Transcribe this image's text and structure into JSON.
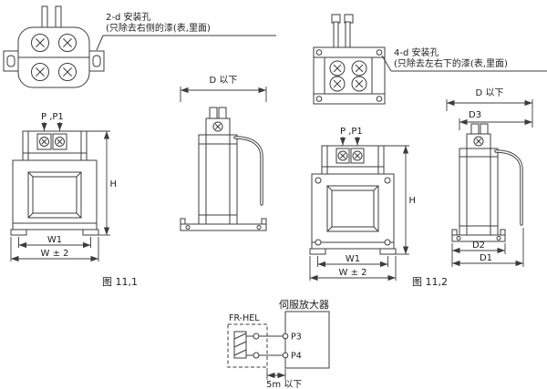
{
  "figure1": {
    "caption": "图 11,1",
    "note_line1": "2-d 安装孔",
    "note_line2": "(只除去右侧的漆(表,里面)",
    "dims": {
      "pp1": "P ,P1",
      "h": "H",
      "w1": "W1",
      "w": "W ± 2",
      "d": "D 以下"
    }
  },
  "figure2": {
    "caption": "图 11,2",
    "note_line1": "4-d 安装孔",
    "note_line2": "(只除去左右下的漆(表,里面)",
    "dims": {
      "pp1": "P ,P1",
      "h": "H",
      "w1": "W1",
      "w": "W ± 2",
      "d": "D 以下",
      "d1": "D1",
      "d2": "D2",
      "d3": "D3"
    }
  },
  "wiring": {
    "reactor_label": "FR-HEL",
    "amplifier_label": "伺服放大器",
    "terminals": {
      "p3": "P3",
      "p4": "P4"
    },
    "cable_length": "5m 以下"
  }
}
